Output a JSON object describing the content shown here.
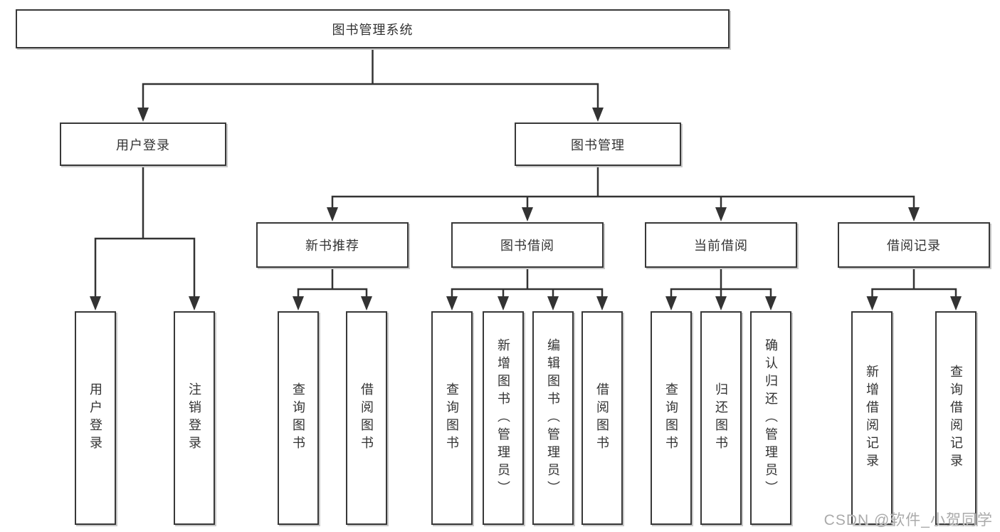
{
  "diagram": {
    "title": "图书管理系统",
    "root": {
      "label": "图书管理系统"
    },
    "level2": [
      {
        "label": "用户登录"
      },
      {
        "label": "图书管理"
      }
    ],
    "level3": [
      {
        "label": "新书推荐"
      },
      {
        "label": "图书借阅"
      },
      {
        "label": "当前借阅"
      },
      {
        "label": "借阅记录"
      }
    ],
    "leaves": [
      {
        "label": "用户登录"
      },
      {
        "label": "注销登录"
      },
      {
        "label": "查询图书"
      },
      {
        "label": "借阅图书"
      },
      {
        "label": "查询图书"
      },
      {
        "label": "新增图书（管理员）"
      },
      {
        "label": "编辑图书（管理员）"
      },
      {
        "label": "借阅图书"
      },
      {
        "label": "查询图书"
      },
      {
        "label": "归还图书"
      },
      {
        "label": "确认归还（管理员）"
      },
      {
        "label": "新增借阅记录"
      },
      {
        "label": "查询借阅记录"
      }
    ],
    "watermark": "CSDN @软件_小贺同学",
    "colors": {
      "background": "#ffffff",
      "line": "#333333",
      "box_border": "#383838",
      "box_fill": "#ffffff",
      "text": "#333333",
      "watermark": "#aaaaaa"
    }
  }
}
